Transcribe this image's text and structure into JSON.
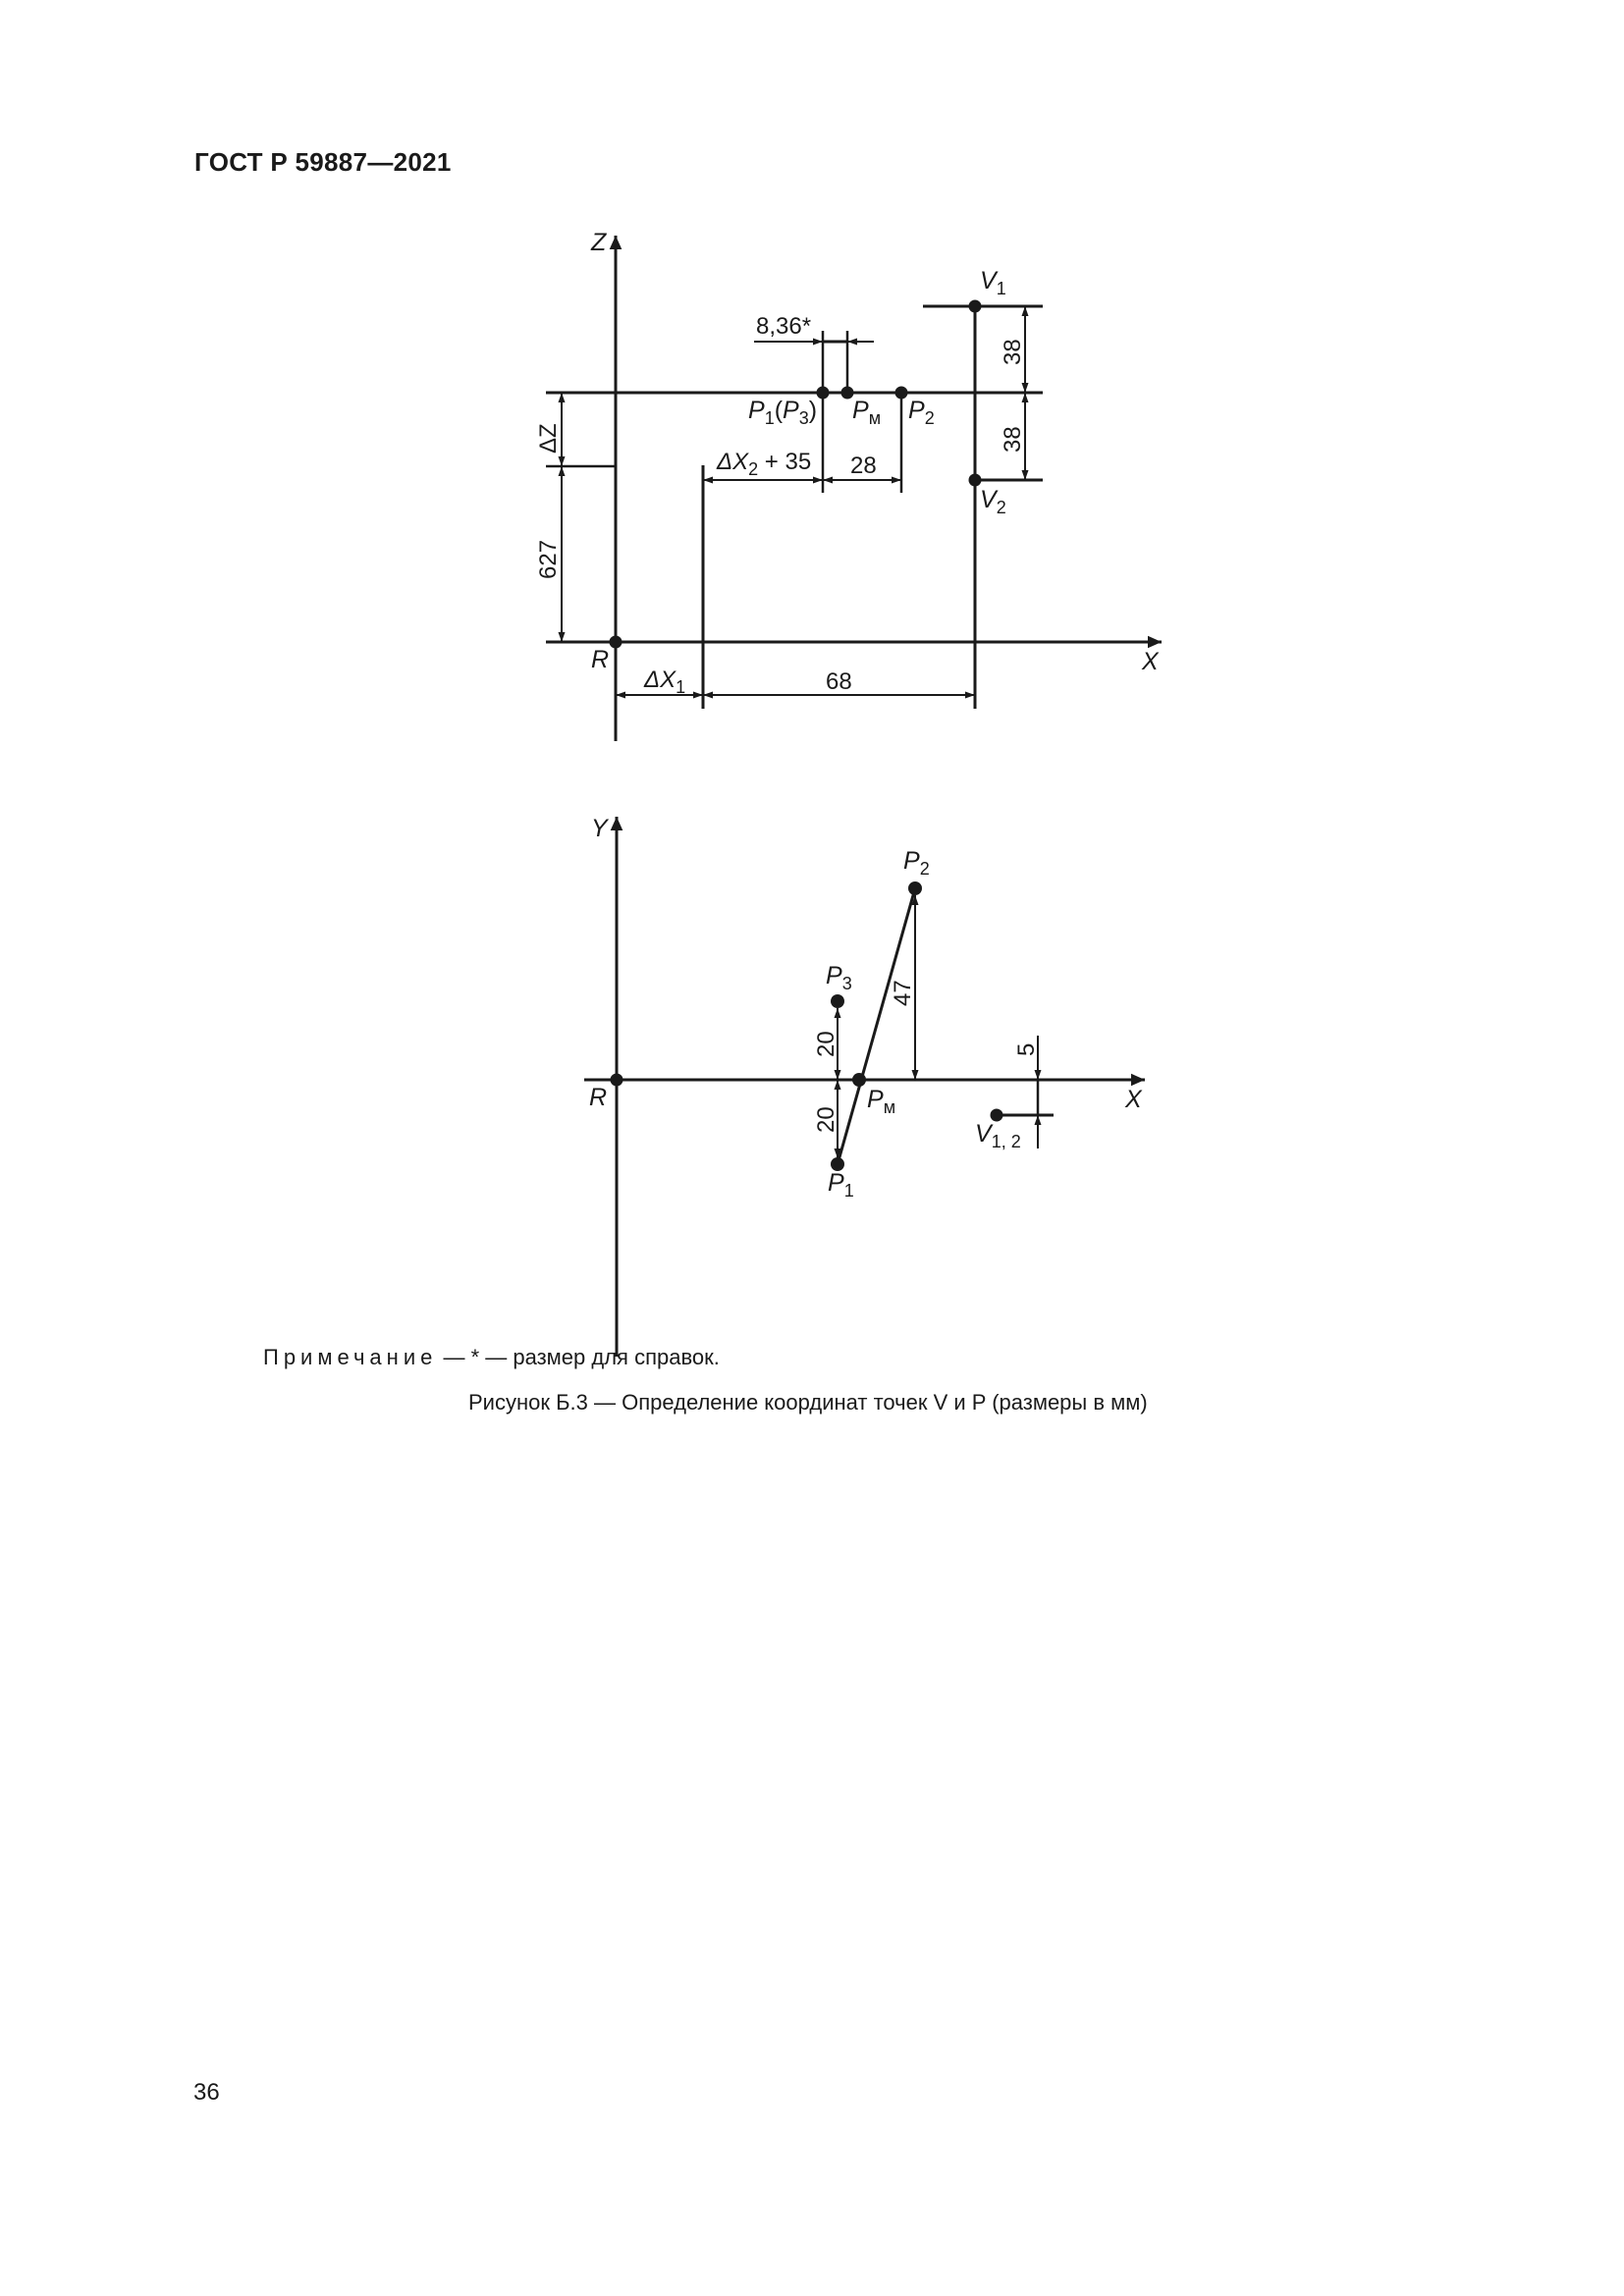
{
  "header": {
    "standard": "ГОСТ Р 59887—2021"
  },
  "figure_top": {
    "axes": {
      "vertical": "Z",
      "horizontal": "X",
      "origin": "R"
    },
    "points": {
      "v1": {
        "main": "V",
        "sub": "1"
      },
      "v2": {
        "main": "V",
        "sub": "2"
      },
      "p1": {
        "main": "P",
        "sub": "1",
        "paren_main": "P",
        "paren_sub": "3"
      },
      "pm": {
        "main": "P",
        "sub": "м"
      },
      "p2": {
        "main": "P",
        "sub": "2"
      }
    },
    "dimensions": {
      "offset_ref": "8,36*",
      "v_upper": "38",
      "v_lower": "38",
      "delta_z": "ΔZ",
      "height": "627",
      "dx2_main": "ΔX",
      "dx2_sub": "2",
      "dx2_suffix": " + 35",
      "p_span": "28",
      "dx1_main": "ΔX",
      "dx1_sub": "1",
      "v_dist": "68"
    }
  },
  "figure_bottom": {
    "axes": {
      "vertical": "Y",
      "horizontal": "X",
      "origin": "R"
    },
    "points": {
      "p2": {
        "main": "P",
        "sub": "2"
      },
      "p3": {
        "main": "P",
        "sub": "3"
      },
      "pm": {
        "main": "P",
        "sub": "м"
      },
      "p1": {
        "main": "P",
        "sub": "1"
      },
      "v12": {
        "main": "V",
        "sub": "1, 2"
      }
    },
    "dimensions": {
      "p2_y": "47",
      "p3_y": "20",
      "p1_y": "20",
      "v_y": "5"
    }
  },
  "note": {
    "label": "Примечание",
    "text": " — * — размер для справок."
  },
  "caption": "Рисунок Б.3 — Определение координат точек V и P (размеры в мм)",
  "page_number": "36"
}
